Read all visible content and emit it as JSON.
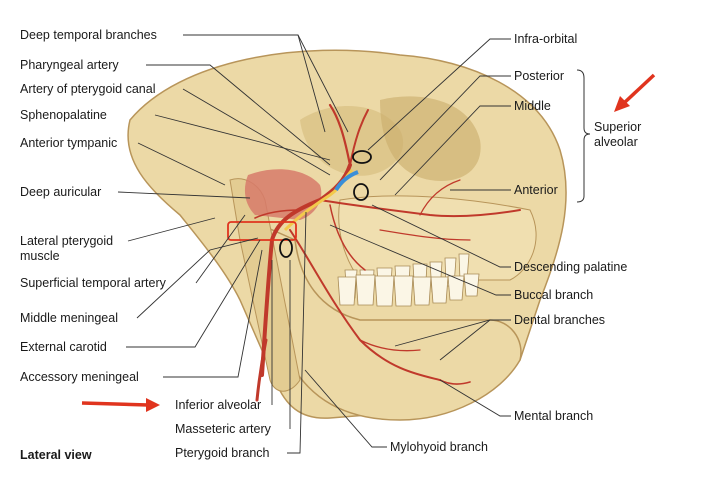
{
  "labels": {
    "deep_temporal": "Deep temporal branches",
    "pharyngeal": "Pharyngeal artery",
    "pterygoid_canal": "Artery of pterygoid canal",
    "sphenopalatine": "Sphenopalatine",
    "anterior_tympanic": "Anterior tympanic",
    "deep_auricular": "Deep auricular",
    "lateral_pterygoid": "Lateral pterygoid muscle",
    "superficial_temporal": "Superficial temporal artery",
    "middle_meningeal": "Middle meningeal",
    "external_carotid": "External carotid",
    "accessory_meningeal": "Accessory meningeal",
    "inferior_alveolar": "Inferior alveolar",
    "masseteric": "Masseteric artery",
    "pterygoid_branch": "Pterygoid branch",
    "infra_orbital": "Infra-orbital",
    "posterior": "Posterior",
    "middle": "Middle",
    "superior_alveolar": "Superior alveolar",
    "anterior": "Anterior",
    "descending_palatine": "Descending palatine",
    "buccal": "Buccal branch",
    "dental": "Dental branches",
    "mental": "Mental branch",
    "mylohyoid": "Mylohyoid branch",
    "lateral_view": "Lateral view"
  },
  "colors": {
    "bone": "#ecd9a6",
    "bone_shadow": "#c9ab6a",
    "artery": "#c0392b",
    "muscle": "#d77a6a",
    "nerve_yellow": "#f2c94c",
    "highlight_blue": "#3a8fd8",
    "annotation_red": "#e0341e",
    "leader": "#333333"
  }
}
